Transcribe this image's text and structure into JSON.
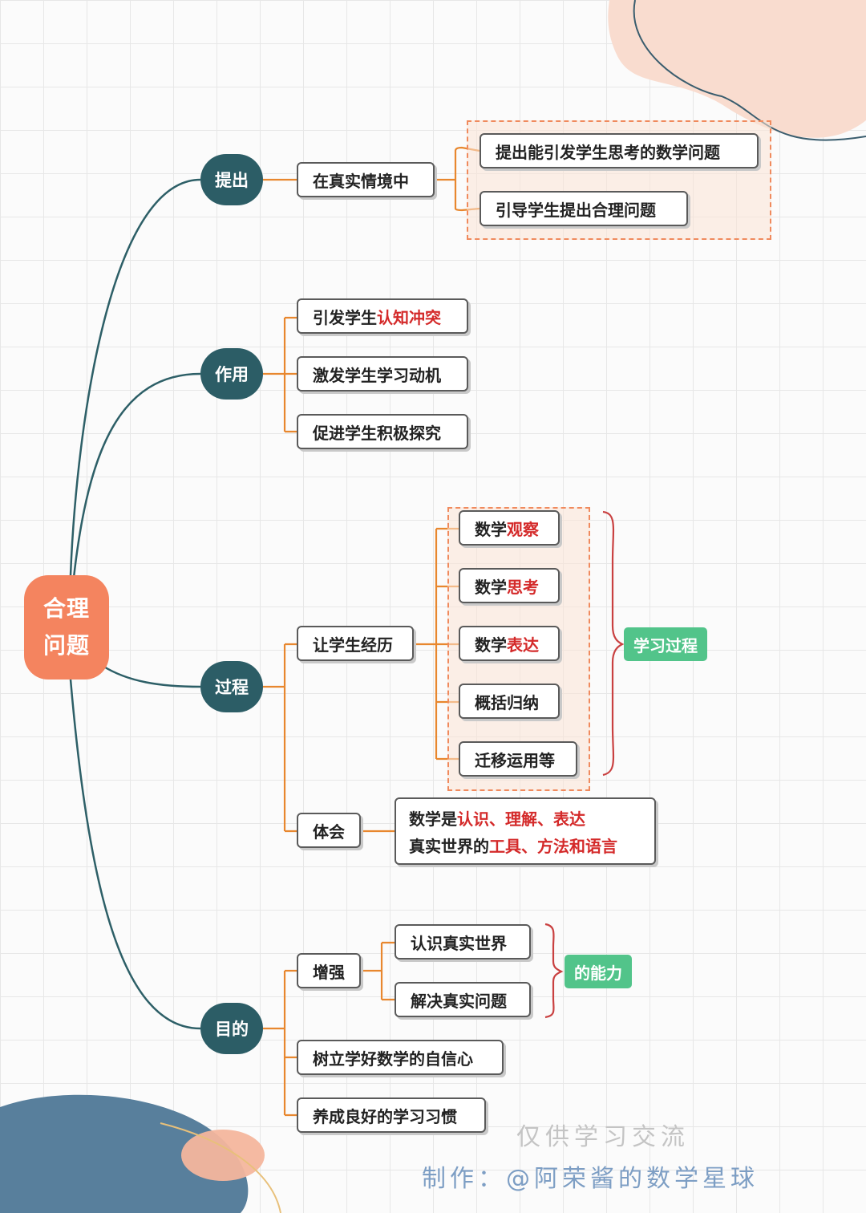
{
  "root": {
    "line1": "合理",
    "line2": "问题"
  },
  "branch_tichu": {
    "label": "提出",
    "node": "在真实情境中",
    "items": [
      "提出能引发学生思考的数学问题",
      "引导学生提出合理问题"
    ]
  },
  "branch_zuoyong": {
    "label": "作用",
    "item1_plain": "引发学生",
    "item1_red": "认知冲突",
    "item2": "激发学生学习动机",
    "item3": "促进学生积极探究"
  },
  "branch_guocheng": {
    "label": "过程",
    "node1": "让学生经历",
    "steps": [
      {
        "plain": "数学",
        "red": "观察"
      },
      {
        "plain": "数学",
        "red": "思考"
      },
      {
        "plain": "数学",
        "red": "表达"
      },
      {
        "plain": "概括归纳",
        "red": ""
      },
      {
        "plain": "迁移运用等",
        "red": ""
      }
    ],
    "steps_tag": "学习过程",
    "node2": "体会",
    "tihui_line1_plain": "数学是",
    "tihui_line1_red": "认识、理解、表达",
    "tihui_line2_plain": "真实世界的",
    "tihui_line2_red": "工具、方法和语言"
  },
  "branch_mudi": {
    "label": "目的",
    "node1": "增强",
    "abilities": [
      "认识真实世界",
      "解决真实问题"
    ],
    "ability_tag": "的能力",
    "item2": "树立学好数学的自信心",
    "item3": "养成良好的学习习惯"
  },
  "watermark": {
    "line1": "仅供学习交流",
    "line2": "制作：@阿荣酱的数学星球"
  },
  "colors": {
    "root": "#f4845f",
    "category": "#2c5d66",
    "connector_orange": "#e8872e",
    "connector_teal": "#2d5f67",
    "highlight_red": "#d42a2a",
    "tag_green": "#52c48a",
    "brace_red": "#c94040"
  }
}
